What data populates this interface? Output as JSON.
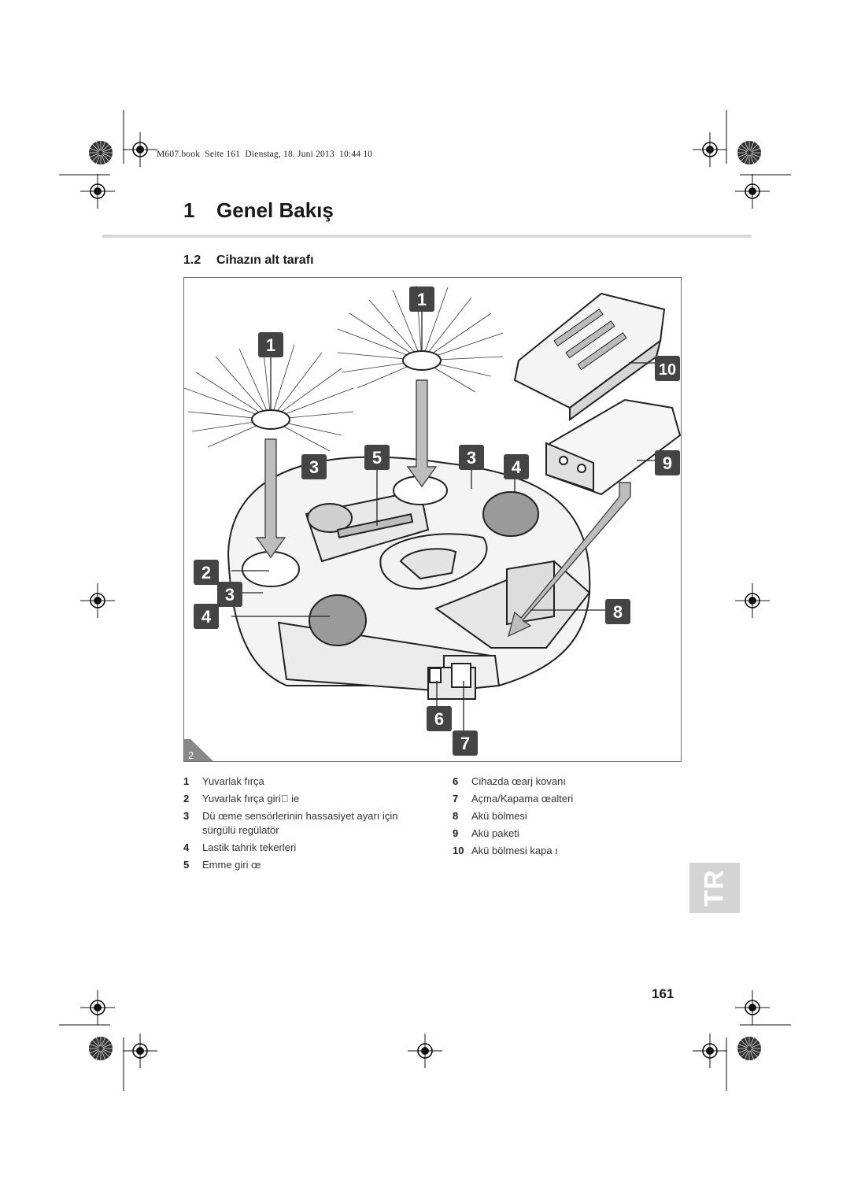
{
  "print_line": "M607.book  Seite 161  Dienstag, 18. Juni 2013  10:44 10",
  "chapter": {
    "number": "1",
    "title": "Genel Bakış"
  },
  "section": {
    "number": "1.2",
    "title": "Cihazın alt tarafı"
  },
  "figure": {
    "number": "2",
    "callouts": [
      "1",
      "1",
      "10",
      "3",
      "5",
      "3",
      "4",
      "9",
      "2",
      "3",
      "4",
      "8",
      "6",
      "7"
    ]
  },
  "legend": {
    "left": [
      {
        "num": "1",
        "text": "Yuvarlak fırça"
      },
      {
        "num": "2",
        "text": "Yuvarlak fırça giri\u0000 ie"
      },
      {
        "num": "3",
        "text": "Dü œme sensörlerinin hassasiyet ayarı için sürgülü regülatör"
      },
      {
        "num": "4",
        "text": "Lastik tahrik tekerleri"
      },
      {
        "num": "5",
        "text": "Emme giri œ"
      }
    ],
    "right": [
      {
        "num": "6",
        "text": "Cihazda œarj kovanı"
      },
      {
        "num": "7",
        "text": "Açma/Kapama œalteri"
      },
      {
        "num": "8",
        "text": "Akü bölmesi"
      },
      {
        "num": "9",
        "text": "Akü paketi"
      },
      {
        "num": "10",
        "text": "Akü bölmesi kapa ı"
      }
    ]
  },
  "language_tab": "TR",
  "page_number": "161"
}
